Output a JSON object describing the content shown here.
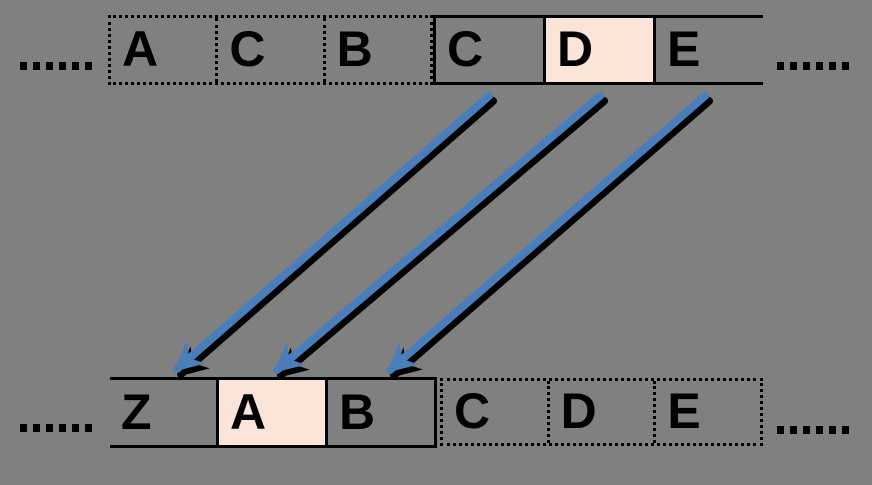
{
  "figure": {
    "description": "Sliding-window shift diagram: the solid window C, D, E of the top sequence is shifted down-left onto the bottom sequence window Z, A, B by three parallel arrows",
    "colors": {
      "background": "#808080",
      "cell_highlight": "#FAE5D8",
      "border": "#000000",
      "text": "#000000",
      "arrow_blue": "#4A7EBB",
      "arrow_shadow": "#000000"
    },
    "top_row": {
      "left_ellipsis": "......",
      "ghost_cells": [
        {
          "label": "A"
        },
        {
          "label": "C"
        },
        {
          "label": "B"
        }
      ],
      "window_cells": [
        {
          "label": "C",
          "highlighted": false
        },
        {
          "label": "D",
          "highlighted": true
        },
        {
          "label": "E",
          "highlighted": false
        }
      ],
      "right_ellipsis": "......"
    },
    "bottom_row": {
      "left_ellipsis": "......",
      "window_cells": [
        {
          "label": "Z",
          "highlighted": false
        },
        {
          "label": "A",
          "highlighted": true
        },
        {
          "label": "B",
          "highlighted": false
        }
      ],
      "ghost_cells": [
        {
          "label": "C"
        },
        {
          "label": "D"
        },
        {
          "label": "E"
        }
      ],
      "right_ellipsis": "......"
    },
    "arrows": [
      {
        "from_cell": "top-C",
        "to_cell": "bottom-Z"
      },
      {
        "from_cell": "top-D",
        "to_cell": "bottom-A"
      },
      {
        "from_cell": "top-E",
        "to_cell": "bottom-B"
      }
    ]
  }
}
